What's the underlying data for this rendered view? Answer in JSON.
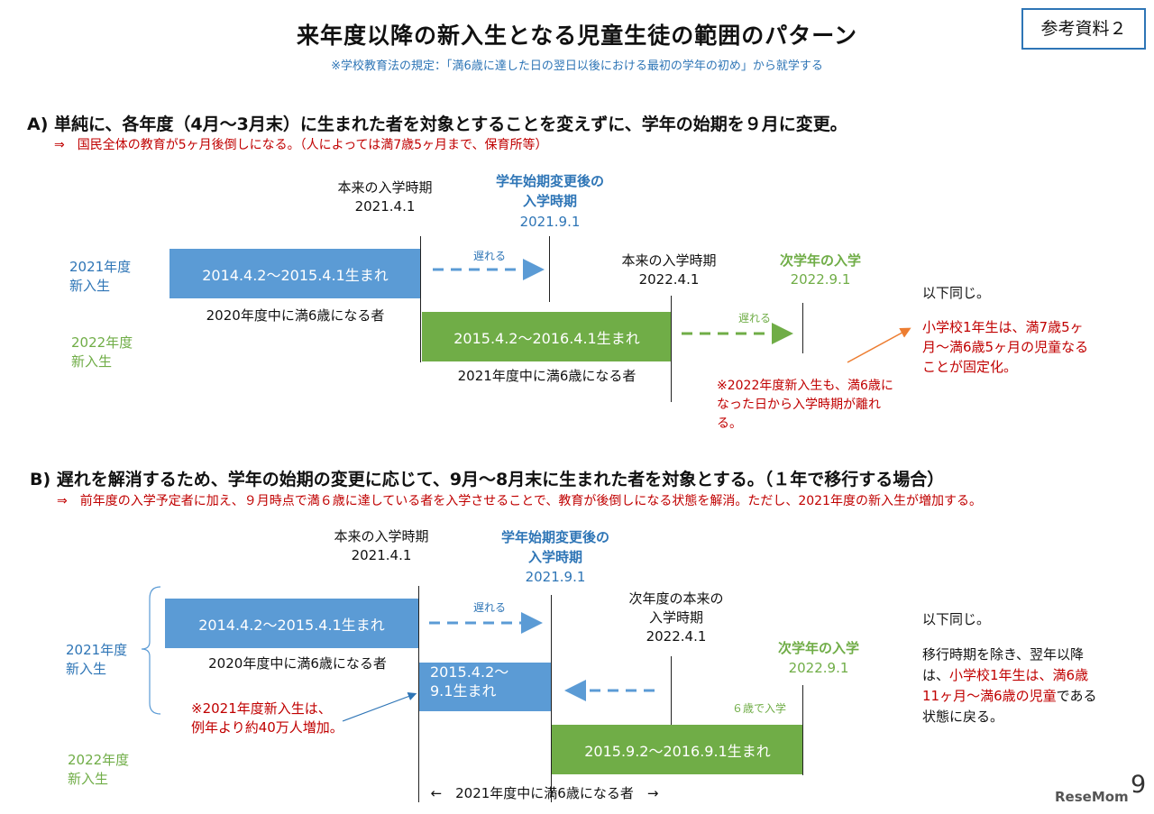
{
  "title": "来年度以降の新入生となる児童生徒の範囲のパターン",
  "subtitle": "※学校教育法の規定：「満6歳に達した日の翌日以後における最初の学年の初め」から就学する",
  "ref_label": "参考資料２",
  "page_number": "9",
  "watermark": "ReseMom",
  "colors": {
    "blue": "#5b9bd5",
    "green": "#70ad47",
    "red": "#c00000",
    "orange": "#ed7d31",
    "text_blue": "#2e75b6"
  },
  "section_a": {
    "heading": "A) 単純に、各年度（4月～3月末）に生まれた者を対象とすることを変えずに、学年の始期を９月に変更。",
    "consequence": "⇒　国民全体の教育が5ヶ月後倒しになる。（人によっては満7歳5ヶ月まで、保育所等）",
    "orig_entry_label": "本来の入学時期",
    "orig_entry_date": "2021.4.1",
    "changed_entry_label1": "学年始期変更後の",
    "changed_entry_label2": "入学時期",
    "changed_entry_date": "2021.9.1",
    "next_orig_label": "本来の入学時期",
    "next_orig_date": "2022.4.1",
    "next_entry_label": "次学年の入学",
    "next_entry_date": "2022.9.1",
    "row1_label1": "2021年度",
    "row1_label2": "新入生",
    "row2_label1": "2022年度",
    "row2_label2": "新入生",
    "bar1": "2014.4.2～2015.4.1生まれ",
    "bar1_caption": "2020年度中に満6歳になる者",
    "bar2": "2015.4.2～2016.4.1生まれ",
    "bar2_caption": "2021年度中に満6歳になる者",
    "delay1": "遅れる",
    "delay2": "遅れる",
    "note_delay": "※2022年度新入生も、満6歳になった日から入学時期が離れる。",
    "same_after": "以下同じ。",
    "fixed_note": "小学校1年生は、満7歳5ヶ月～満6歳5ヶ月の児童なることが固定化。"
  },
  "section_b": {
    "heading": "B) 遅れを解消するため、学年の始期の変更に応じて、9月～8月末に生まれた者を対象とする。（１年で移行する場合）",
    "consequence": "⇒　前年度の入学予定者に加え、９月時点で満６歳に達している者を入学させることで、教育が後倒しになる状態を解消。ただし、2021年度の新入生が増加する。",
    "orig_entry_label": "本来の入学時期",
    "orig_entry_date": "2021.4.1",
    "changed_entry_label1": "学年始期変更後の",
    "changed_entry_label2": "入学時期",
    "changed_entry_date": "2021.9.1",
    "next_orig_label1": "次年度の本来の",
    "next_orig_label2": "入学時期",
    "next_orig_date": "2022.4.1",
    "next_entry_label": "次学年の入学",
    "next_entry_date": "2022.9.1",
    "row1_label1": "2021年度",
    "row1_label2": "新入生",
    "row2_label1": "2022年度",
    "row2_label2": "新入生",
    "bar1": "2014.4.2～2015.4.1生まれ",
    "bar1_caption": "2020年度中に満6歳になる者",
    "bar2_line1": "2015.4.2～",
    "bar2_line2": "9.1生まれ",
    "bar3": "2015.9.2～2016.9.1生まれ",
    "delay": "遅れる",
    "six_entry": "６歳で入学",
    "increase_note1": "※2021年度新入生は、",
    "increase_note2": "例年より約40万人増加。",
    "span_caption": "←　2021年度中に満6歳になる者　→",
    "same_after": "以下同じ。",
    "return_note_pre": "移行時期を除き、翌年以降は、",
    "return_note_red1": "小学校1年生は、満6歳11ヶ月～満6歳の児童",
    "return_note_post": "である状態に戻る。"
  }
}
